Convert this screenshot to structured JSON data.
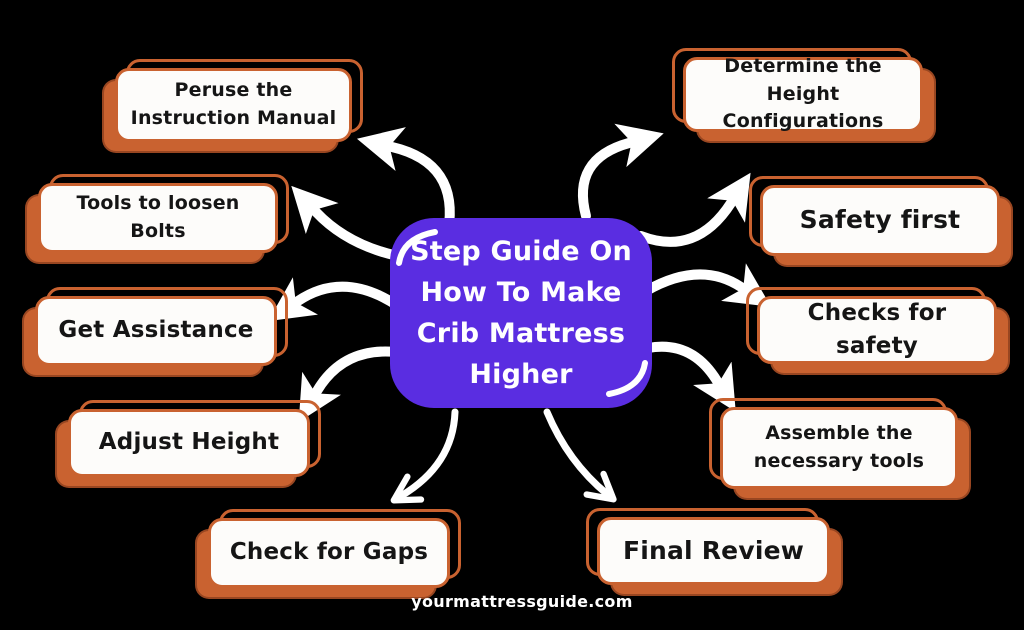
{
  "center": {
    "label": "Step Guide On\nHow To Make\nCrib Mattress\nHigher"
  },
  "nodes": [
    {
      "id": "peruse",
      "label": "Peruse the\nInstruction Manual"
    },
    {
      "id": "tools",
      "label": "Tools to loosen\nBolts"
    },
    {
      "id": "assist",
      "label": "Get Assistance"
    },
    {
      "id": "adjust",
      "label": "Adjust Height"
    },
    {
      "id": "gaps",
      "label": "Check for Gaps"
    },
    {
      "id": "review",
      "label": "Final Review"
    },
    {
      "id": "assemble",
      "label": "Assemble the\nnecessary tools"
    },
    {
      "id": "checks",
      "label": "Checks for safety"
    },
    {
      "id": "safety",
      "label": "Safety first"
    },
    {
      "id": "determine",
      "label": "Determine the Height\nConfigurations"
    }
  ],
  "watermark": "yourmattressguide.com",
  "icons": {
    "opening_quote": "opening-quote-arc",
    "closing_quote": "closing-quote-arc",
    "arrows": "curved-white-arrows-radiating-from-center"
  },
  "colors": {
    "background": "#000000",
    "accent_orange": "#C96230",
    "center_purple": "#5A2DE1",
    "card_bg": "#FDFCFA",
    "text_dark": "#151515",
    "arrow_white": "#FFFFFF"
  }
}
